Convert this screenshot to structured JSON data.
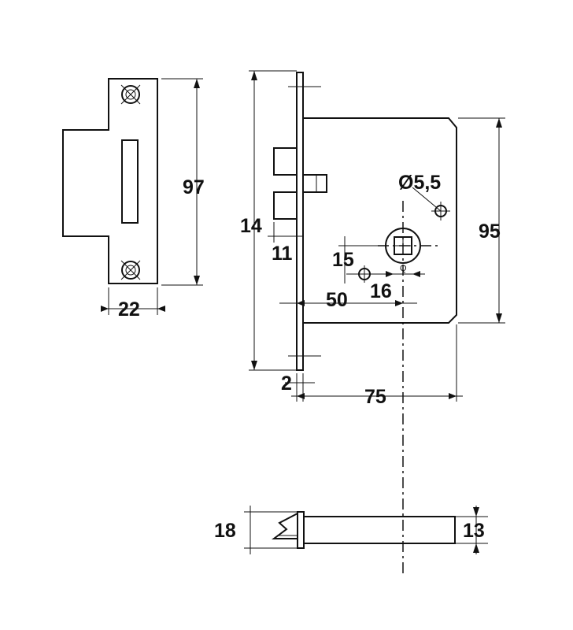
{
  "dimensions": {
    "striker_height": "97",
    "striker_width": "22",
    "faceplate_height": "14",
    "bolt_size": "11",
    "faceplate_thickness": "2",
    "hole_diameter": "Ø5,5",
    "case_height": "95",
    "hole_offset_15": "15",
    "spindle_offset_16": "16",
    "backset_50": "50",
    "case_depth": "75",
    "side_height": "18",
    "side_thickness": "13"
  },
  "spindle_marker": "Q"
}
